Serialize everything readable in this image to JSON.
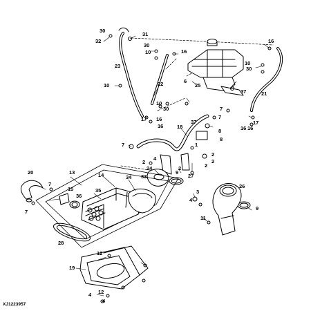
{
  "diagram": {
    "reference_code": "XJ1223957",
    "line_color": "#000000",
    "background": "#ffffff",
    "callouts": [
      "30",
      "31",
      "32",
      "10",
      "30",
      "16",
      "16",
      "23",
      "22",
      "10",
      "30",
      "6",
      "25",
      "10",
      "37",
      "21",
      "17",
      "16",
      "10",
      "30",
      "16",
      "17",
      "16",
      "16",
      "7",
      "37",
      "7",
      "8",
      "18",
      "2",
      "4",
      "8",
      "2",
      "1",
      "7",
      "2",
      "2",
      "2",
      "24",
      "33",
      "27",
      "20",
      "13",
      "14",
      "15",
      "35",
      "34",
      "36",
      "7",
      "7",
      "28",
      "26",
      "9",
      "3",
      "4",
      "9",
      "11",
      "12",
      "19",
      "4",
      "12",
      "4"
    ]
  }
}
